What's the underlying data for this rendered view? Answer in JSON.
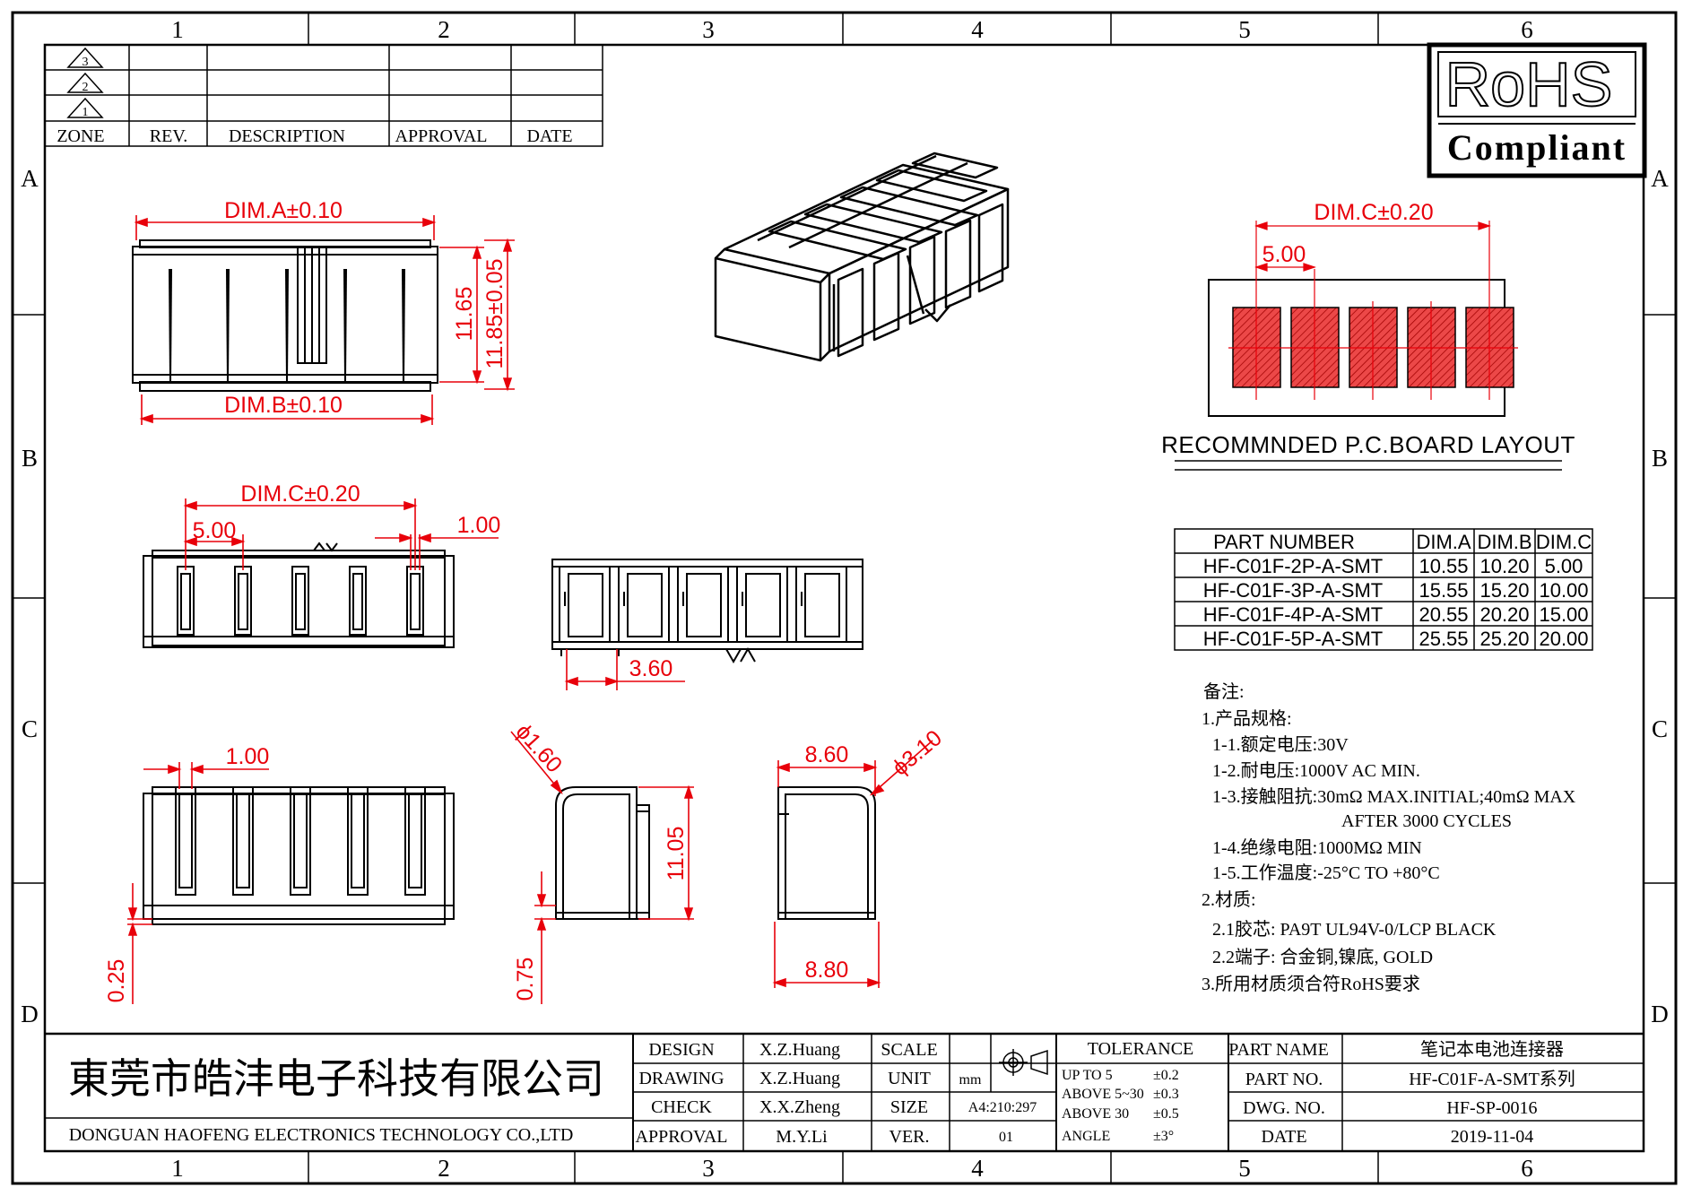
{
  "frame": {
    "columns": [
      "1",
      "2",
      "3",
      "4",
      "5",
      "6"
    ],
    "rows": [
      "A",
      "B",
      "C",
      "D"
    ]
  },
  "revision_block": {
    "markers": [
      "3",
      "2",
      "1"
    ],
    "headers": [
      "ZONE",
      "REV.",
      "DESCRIPTION",
      "APPROVAL",
      "DATE"
    ]
  },
  "rohs": {
    "top": "RoHS",
    "bottom": "Compliant"
  },
  "dims": {
    "dim_a": "DIM.A±0.10",
    "dim_b": "DIM.B±0.10",
    "dim_c": "DIM.C±0.20",
    "h_1165": "11.65",
    "h_1185": "11.85±0.05",
    "pitch_500": "5.00",
    "w_100": "1.00",
    "w_360": "3.60",
    "w_100b": "1.00",
    "w_025": "0.25",
    "d_160": "ϕ1.60",
    "h_1105": "11.05",
    "h_075": "0.75",
    "w_860": "8.60",
    "d_310": "ϕ3.10",
    "w_880": "8.80",
    "pcb_dim_c": "DIM.C±0.20",
    "pcb_pitch": "5.00"
  },
  "pcb_layout_title": "RECOMMNDED P.C.BOARD LAYOUT",
  "part_table": {
    "headers": [
      "PART NUMBER",
      "DIM.A",
      "DIM.B",
      "DIM.C"
    ],
    "rows": [
      [
        "HF-C01F-2P-A-SMT",
        "10.55",
        "10.20",
        "5.00"
      ],
      [
        "HF-C01F-3P-A-SMT",
        "15.55",
        "15.20",
        "10.00"
      ],
      [
        "HF-C01F-4P-A-SMT",
        "20.55",
        "20.20",
        "15.00"
      ],
      [
        "HF-C01F-5P-A-SMT",
        "25.55",
        "25.20",
        "20.00"
      ]
    ]
  },
  "notes": [
    "备注:",
    "1.产品规格:",
    "1-1.额定电压:30V",
    "1-2.耐电压:1000V AC MIN.",
    "1-3.接触阻抗:30mΩ MAX.INITIAL;40mΩ MAX",
    "AFTER 3000 CYCLES",
    "1-4.绝缘电阻:1000MΩ MIN",
    "1-5.工作温度:-25°C TO +80°C",
    "2.材质:",
    "2.1胶芯: PA9T UL94V-0/LCP BLACK",
    "2.2端子: 合金铜,镍底, GOLD",
    "3.所用材质须合符RoHS要求"
  ],
  "title_block": {
    "company_cn": "東莞市皓沣电子科技有限公司",
    "company_en": "DONGUAN HAOFENG ELECTRONICS TECHNOLOGY CO.,LTD",
    "design_label": "DESIGN",
    "design_value": "X.Z.Huang",
    "drawing_label": "DRAWING",
    "drawing_value": "X.Z.Huang",
    "check_label": "CHECK",
    "check_value": "X.X.Zheng",
    "approval_label": "APPROVAL",
    "approval_value": "M.Y.Li",
    "scale_label": "SCALE",
    "unit_label": "UNIT",
    "unit_value": "mm",
    "size_label": "SIZE",
    "size_value": "A4:210:297",
    "ver_label": "VER.",
    "ver_value": "01",
    "tolerance_label": "TOLERANCE",
    "tol_rows": [
      [
        "UP TO 5",
        "±0.2"
      ],
      [
        "ABOVE 5~30",
        "±0.3"
      ],
      [
        "ABOVE 30",
        "±0.5"
      ],
      [
        "ANGLE",
        "±3°"
      ]
    ],
    "part_name_label": "PART NAME",
    "part_name_value": "笔记本电池连接器",
    "part_no_label": "PART NO.",
    "part_no_value": "HF-C01F-A-SMT系列",
    "dwg_no_label": "DWG. NO.",
    "dwg_no_value": "HF-SP-0016",
    "date_label": "DATE",
    "date_value": "2019-11-04"
  },
  "colors": {
    "line": "#000000",
    "dimension": "#e8000a",
    "pad_fill": "#e03838"
  }
}
